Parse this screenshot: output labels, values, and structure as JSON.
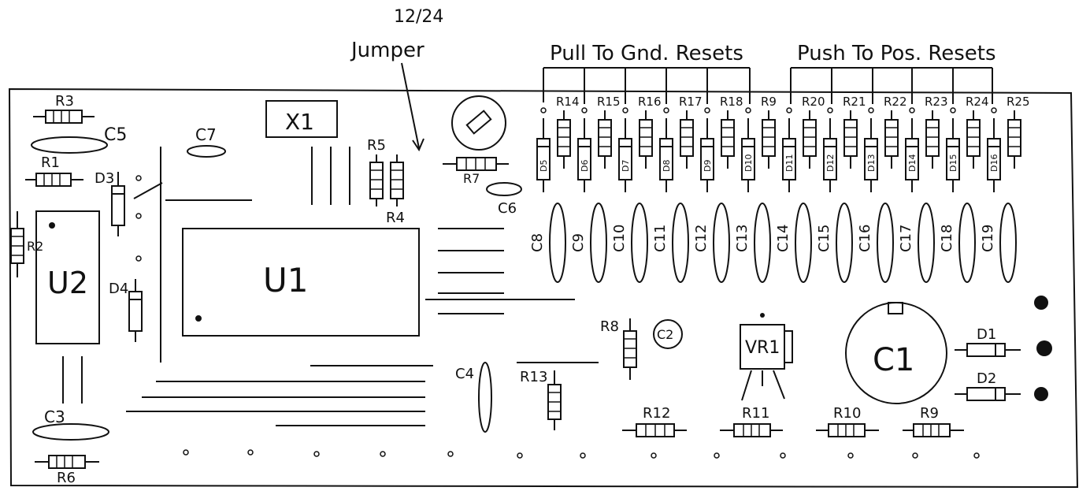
{
  "annotations": {
    "jumper_value": "12/24",
    "jumper_label": "Jumper",
    "pull_label": "Pull To Gnd. Resets",
    "push_label": "Push To Pos. Resets"
  },
  "parts": {
    "X1": "X1",
    "U1": "U1",
    "U2": "U2",
    "C1": "C1",
    "VR1": "VR1",
    "C3": "C3",
    "C4": "C4",
    "C5": "C5",
    "C6": "C6",
    "C7": "C7",
    "C2": "C2",
    "R1": "R1",
    "R2": "R2",
    "R3": "R3",
    "R4": "R4",
    "R5": "R5",
    "R6": "R6",
    "R7": "R7",
    "R8": "R8",
    "R9a": "R9",
    "R9b": "R9",
    "R10": "R10",
    "R11": "R11",
    "R12": "R12",
    "R13": "R13",
    "D1": "D1",
    "D2": "D2",
    "D3": "D3",
    "D4": "D4"
  },
  "reset_resistors": [
    "R14",
    "R15",
    "R16",
    "R17",
    "R18",
    "R9",
    "R20",
    "R21",
    "R22",
    "R23",
    "R24",
    "R25"
  ],
  "reset_diodes": [
    "D5",
    "D6",
    "D7",
    "D8",
    "D9",
    "D10",
    "D11",
    "D12",
    "D13",
    "D14",
    "D15",
    "D16"
  ],
  "caps_row": [
    "C8",
    "C9",
    "C10",
    "C11",
    "C12",
    "C13",
    "C14",
    "C15",
    "C16",
    "C17",
    "C18",
    "C19"
  ]
}
